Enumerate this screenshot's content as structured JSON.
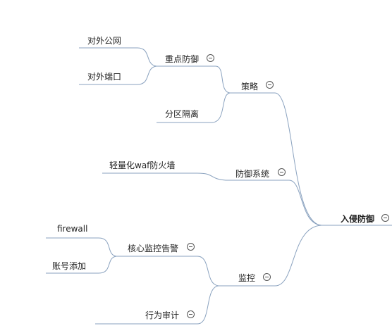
{
  "colors": {
    "connector": "#8aa2bf",
    "text": "#222222",
    "toggle": "#555555",
    "background": "#ffffff"
  },
  "mindmap": {
    "root": {
      "label": "入侵防御",
      "toggle_icon": "collapse-minus-icon"
    },
    "strategy": {
      "label": "策略",
      "toggle_icon": "collapse-minus-icon",
      "key_defense": {
        "label": "重点防御",
        "toggle_icon": "collapse-minus-icon",
        "children": [
          "对外公网",
          "对外端口"
        ]
      },
      "zone_isolation": {
        "label": "分区隔离"
      }
    },
    "defense_system": {
      "label": "防御系统",
      "toggle_icon": "collapse-minus-icon",
      "children": [
        "轻量化waf防火墙"
      ]
    },
    "monitoring": {
      "label": "监控",
      "toggle_icon": "collapse-minus-icon",
      "core_alert": {
        "label": "核心监控告警",
        "toggle_icon": "collapse-minus-icon",
        "children": [
          "firewall",
          "账号添加"
        ]
      },
      "behavior_audit": {
        "label": "行为审计",
        "toggle_icon": "collapse-minus-icon"
      }
    }
  }
}
